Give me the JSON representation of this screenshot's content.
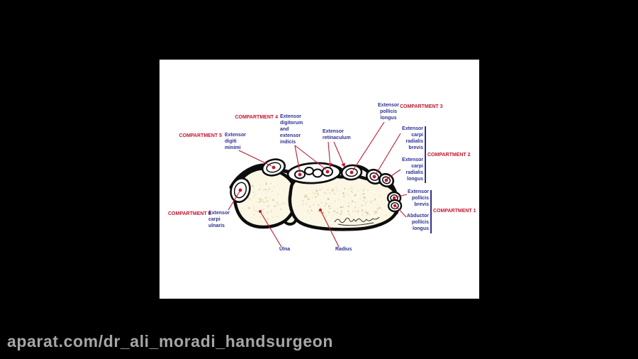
{
  "watermark": "aparat.com/dr_ali_moradi_handsurgeon",
  "colors": {
    "background": "#000000",
    "panel": "#ffffff",
    "label_red": "#c2172f",
    "label_blue": "#2e3192",
    "bone_fill": "#fbf7e4",
    "speckle": "#cdb87c",
    "watermark_gray": "#a6a6a6"
  },
  "labels": {
    "comp1_title": "COMPARTMENT 1",
    "comp2_title": "COMPARTMENT 2",
    "comp3_title": "COMPARTMENT 3",
    "comp4_title": "COMPARTMENT 4",
    "comp5_title": "COMPARTMENT 5",
    "comp6_title": "COMPARTMENT 6",
    "comp1_muscle_1": "Extensor\npollicis\nbrevis",
    "comp1_muscle_2": "Abductor\npollicis\nlongus",
    "comp2_muscle_1": "Extensor\ncarpi\nradialis\nbrevis",
    "comp2_muscle_2": "Extensor\ncarpi\nradialis\nlongus",
    "comp3_muscle": "Extensor\npollicis\nlongus",
    "comp4_muscle": "Extensor\ndigitorum\nand\nextensor\nindicis",
    "comp5_muscle": "Extensor\ndigiti\nminimi",
    "comp6_muscle": "Extensor\ncarpi\nulnaris",
    "retinaculum": "Extensor\nretinaculum",
    "ulna": "Ulna",
    "radius": "Radius"
  }
}
